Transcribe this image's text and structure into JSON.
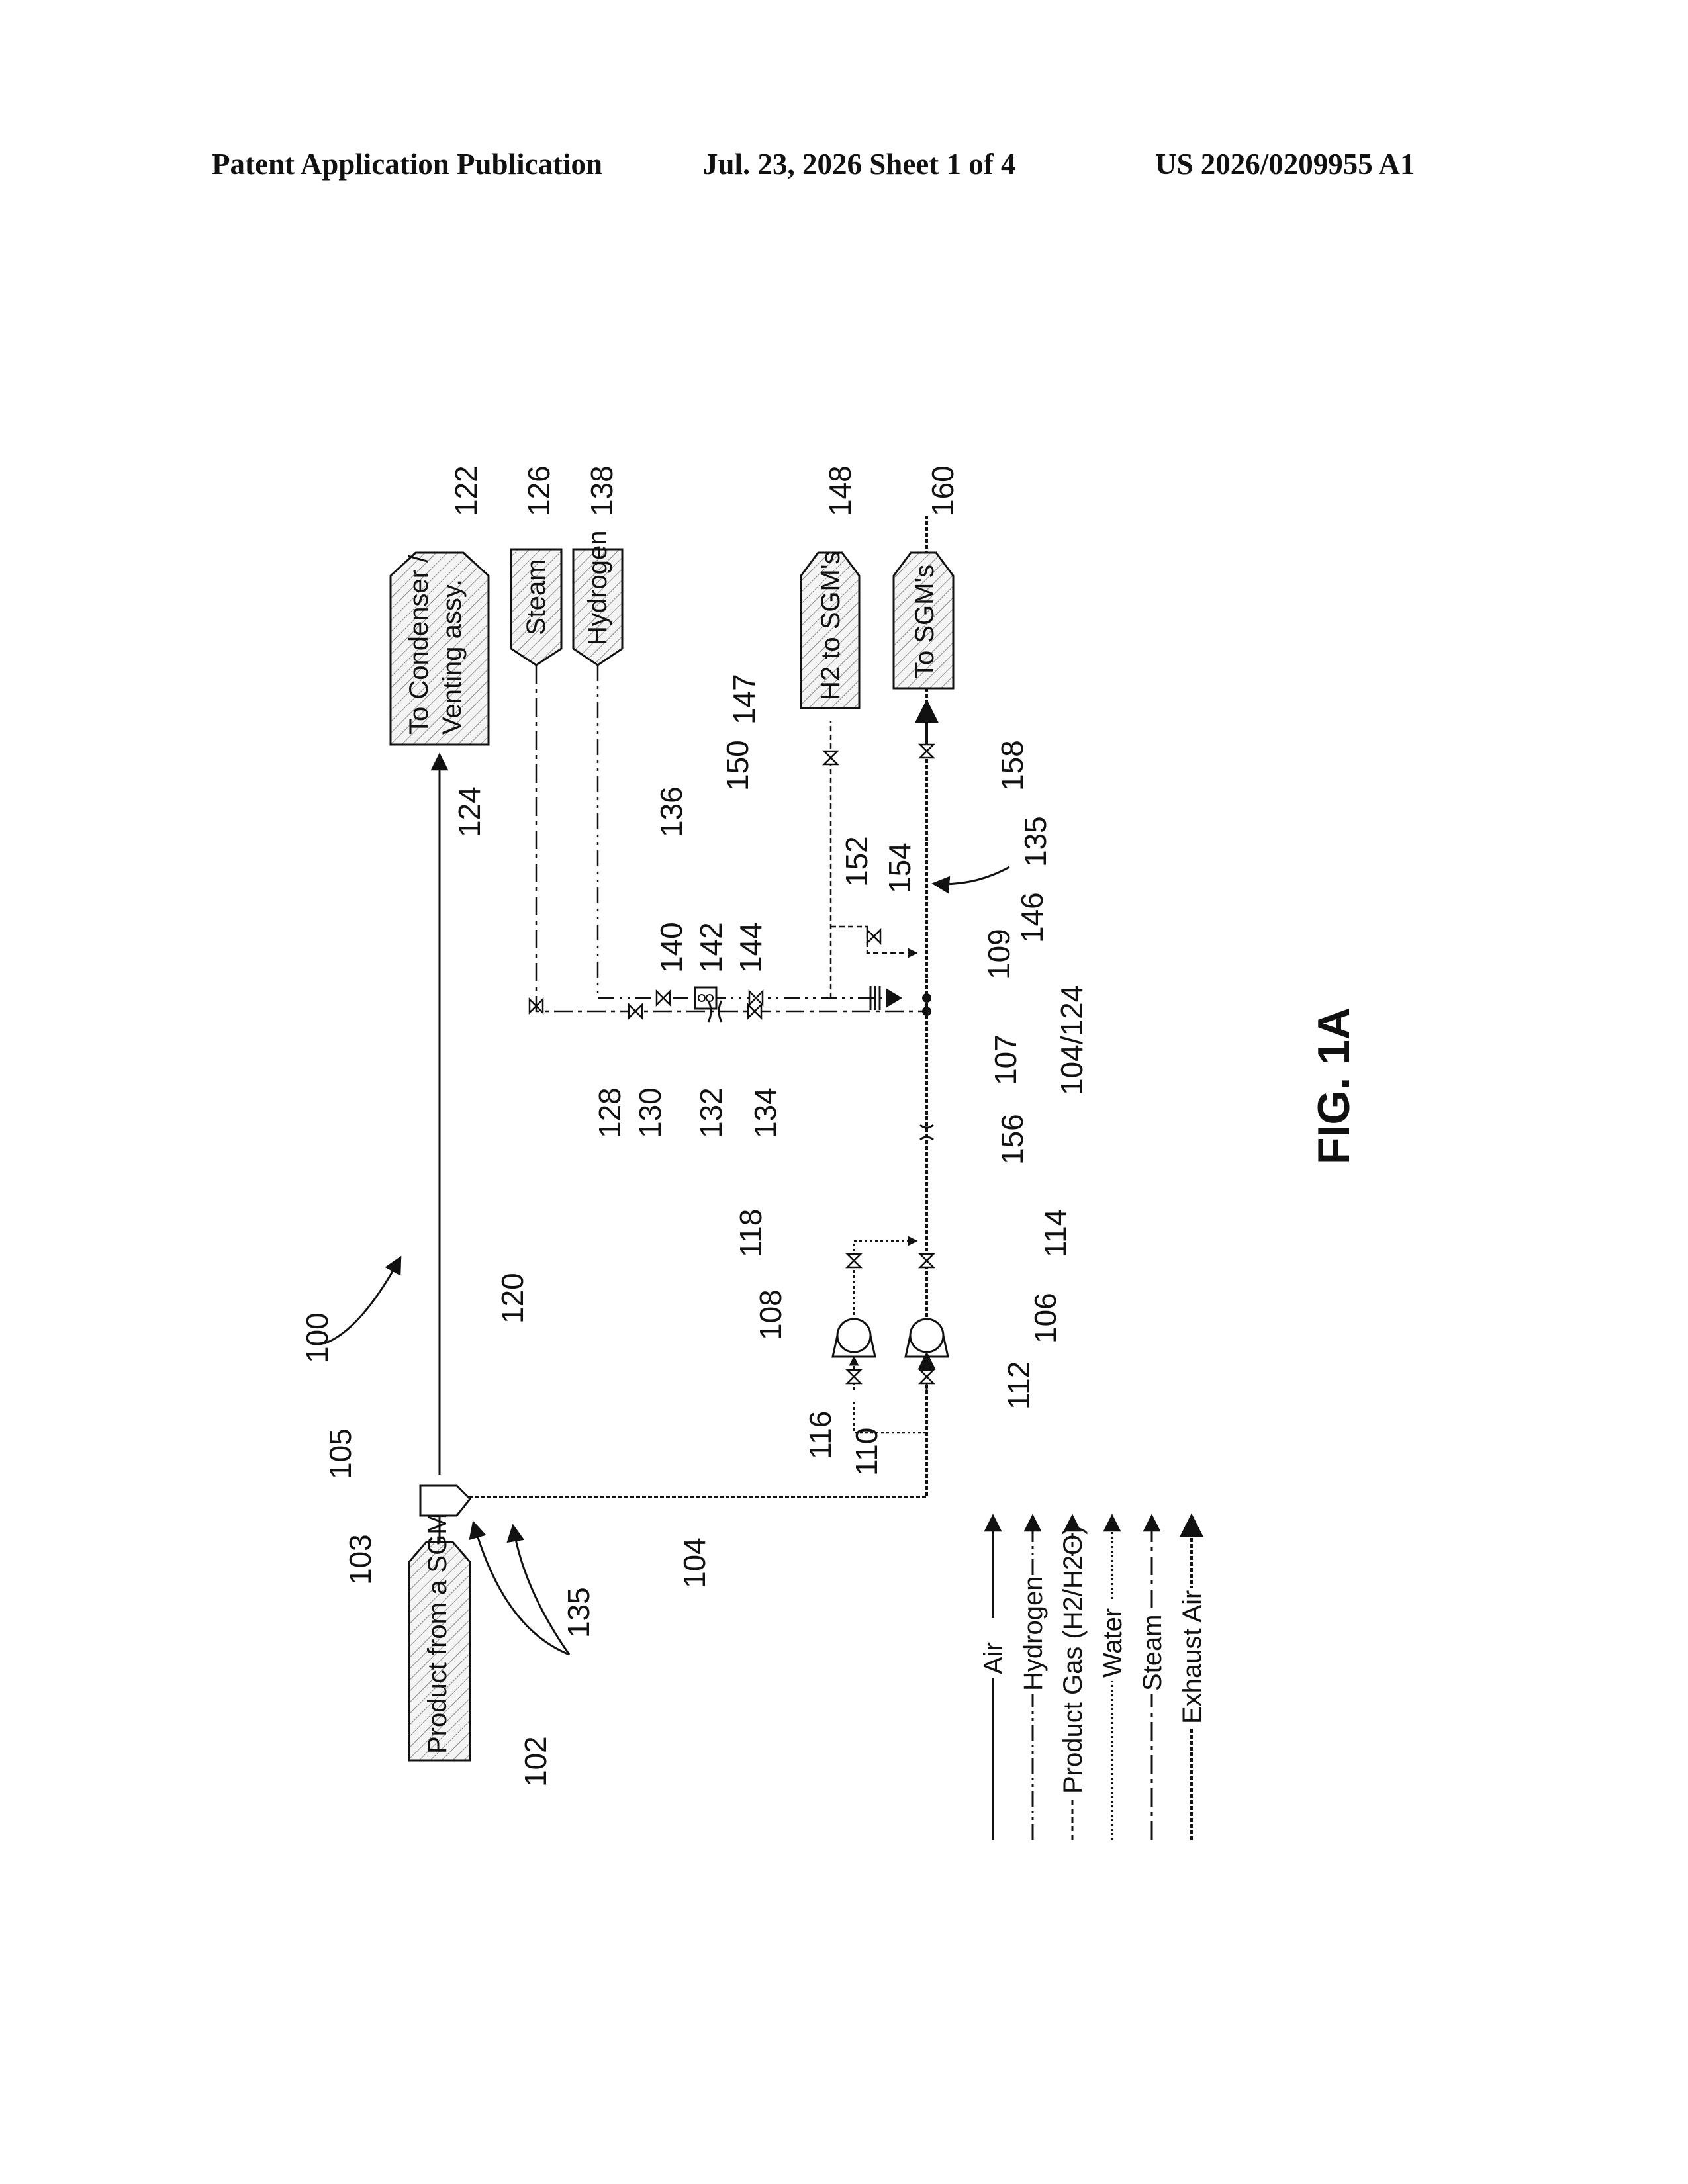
{
  "header": {
    "left": "Patent Application Publication",
    "center": "Jul. 23, 2026   Sheet 1 of 4",
    "right": "US 2026/0209955 A1"
  },
  "terminals": {
    "product_from_sgm": "Product from a SGM",
    "condenser_line1": "To Condenser /",
    "condenser_line2": "Venting assy.",
    "steam": "Steam",
    "hydrogen": "Hydrogen",
    "h2_to_sgms": "H2 to SGM's",
    "to_sgms": "To SGM's"
  },
  "refs": {
    "r100": "100",
    "r102": "102",
    "r103": "103",
    "r104": "104",
    "r105": "105",
    "r106": "106",
    "r107": "107",
    "r108": "108",
    "r109": "109",
    "r110": "110",
    "r112": "112",
    "r114": "114",
    "r116": "116",
    "r118": "118",
    "r120": "120",
    "r122": "122",
    "r124": "124",
    "r126": "126",
    "r128": "128",
    "r130": "130",
    "r132": "132",
    "r134": "134",
    "r135a": "135",
    "r135b": "135",
    "r136": "136",
    "r138": "138",
    "r140": "140",
    "r142": "142",
    "r144": "144",
    "r146": "146",
    "r147": "147",
    "r148": "148",
    "r150": "150",
    "r152": "152",
    "r154": "154",
    "r156": "156",
    "r158": "158",
    "r160": "160",
    "r104_124": "104/124"
  },
  "legend": {
    "air": "Air",
    "hydrogen": "Hydrogen",
    "product_gas": "Product Gas (H2/H2O)",
    "water": "Water",
    "steam": "Steam",
    "exhaust_air": "Exhaust Air"
  },
  "figure_label": "FIG. 1A"
}
